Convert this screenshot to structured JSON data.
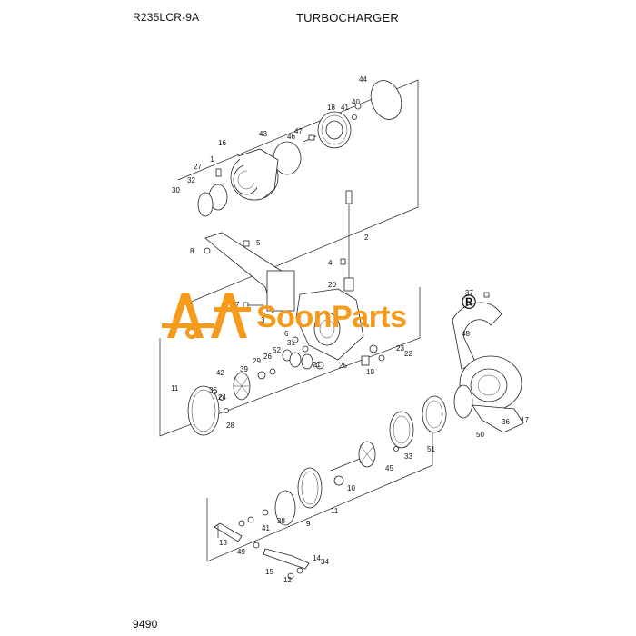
{
  "header": {
    "model": "R235LCR-9A",
    "title": "TURBOCHARGER"
  },
  "footer": {
    "page_number": "9490"
  },
  "watermark": {
    "brand_text": "SoonParts",
    "registered_mark": "®",
    "brand_color": "#f59a1b"
  },
  "callouts": [
    {
      "n": "44"
    },
    {
      "n": "40"
    },
    {
      "n": "41"
    },
    {
      "n": "18"
    },
    {
      "n": "47"
    },
    {
      "n": "46"
    },
    {
      "n": "43"
    },
    {
      "n": "16"
    },
    {
      "n": "1"
    },
    {
      "n": "27"
    },
    {
      "n": "32"
    },
    {
      "n": "30"
    },
    {
      "n": "2"
    },
    {
      "n": "5"
    },
    {
      "n": "8"
    },
    {
      "n": "4"
    },
    {
      "n": "20"
    },
    {
      "n": "7"
    },
    {
      "n": "3"
    },
    {
      "n": "6"
    },
    {
      "n": "31"
    },
    {
      "n": "52"
    },
    {
      "n": "26"
    },
    {
      "n": "21"
    },
    {
      "n": "29"
    },
    {
      "n": "39"
    },
    {
      "n": "42"
    },
    {
      "n": "23"
    },
    {
      "n": "22"
    },
    {
      "n": "25"
    },
    {
      "n": "19"
    },
    {
      "n": "11"
    },
    {
      "n": "35"
    },
    {
      "n": "24"
    },
    {
      "n": "28"
    },
    {
      "n": "37"
    },
    {
      "n": "48"
    },
    {
      "n": "17"
    },
    {
      "n": "50"
    },
    {
      "n": "36"
    },
    {
      "n": "51"
    },
    {
      "n": "33"
    },
    {
      "n": "45"
    },
    {
      "n": "10"
    },
    {
      "n": "11"
    },
    {
      "n": "38"
    },
    {
      "n": "9"
    },
    {
      "n": "41"
    },
    {
      "n": "13"
    },
    {
      "n": "49"
    },
    {
      "n": "14"
    },
    {
      "n": "34"
    },
    {
      "n": "15"
    },
    {
      "n": "12"
    }
  ]
}
